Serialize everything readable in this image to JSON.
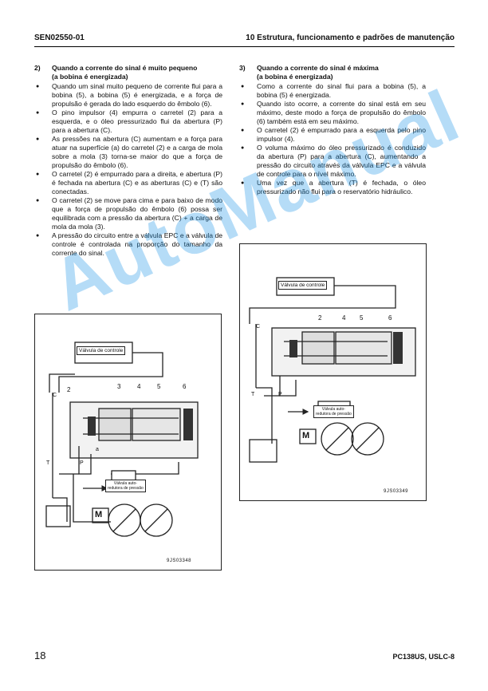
{
  "header": {
    "doc_code": "SEN02550-01",
    "section_title": "10 Estrutura, funcionamento e padrões de manutenção"
  },
  "left": {
    "num": "2)",
    "heading": "Quando a corrente do sinal é muito pequeno",
    "subheading": "(a bobina é energizada)",
    "bullets": [
      "Quando um sinal muito pequeno de corrente flui para a bobina (5), a bobina (5) é energizada, e a força de propulsão é gerada do lado esquerdo do êmbolo (6).",
      "O pino impulsor (4) empurra o carretel (2) para a esquerda, e o óleo pressurizado flui da abertura (P) para a abertura (C).",
      "As pressões na abertura (C) aumentam e a força para atuar na superfície (a) do carretel (2) e a carga de mola sobre a mola (3) torna-se maior do que a força de propulsão do êmbolo (6).",
      "O carretel (2) é empurrado para a direita, e abertura (P) é fechada na abertura (C) e as aberturas (C) e (T) são conectadas.",
      "O carretel (2) se move para cima e para baixo de modo que a força de propulsão do êmbolo (6) possa ser equilibrada com a pressão da abertura (C) + a carga de mola da mola (3).",
      "A pressão do circuito entre a válvula EPC e a válvula de controle é controlada na proporção do tamanho da corrente do sinal."
    ],
    "figure": {
      "control_valve": "Válvula de controle",
      "reducing_valve_line1": "Válvula auto-",
      "reducing_valve_line2": "redutora de pressão",
      "motor": "M",
      "callouts": [
        "2",
        "3",
        "4",
        "5",
        "6"
      ],
      "port_c": "C",
      "port_t": "T",
      "port_p": "P",
      "port_a": "a",
      "code": "9JS03348"
    }
  },
  "right": {
    "num": "3)",
    "heading": "Quando a corrente do sinal é máxima",
    "subheading": "(a bobina é energizada)",
    "bullets": [
      "Como a corrente do sinal flui para a bobina (5), a bobina (5) é energizada.",
      "Quando isto ocorre, a corrente do sinal está em seu máximo, deste modo a força de propulsão do êmbolo (6) também está em seu máximo.",
      "O carretel (2) é empurrado para a esquerda pelo pino impulsor (4).",
      "O voluma máximo do óleo pressurizado é conduzido da abertura (P) para a abertura (C), aumentando a pressão do circuito através da válvula EPC e a válvula de controle para o nível máximo.",
      "Uma vez que a abertura (T) é fechada, o óleo pressurizado não flui para o reservatório hidráulico."
    ],
    "figure": {
      "control_valve": "Válvula de controle",
      "reducing_valve_line1": "Válvula auto-",
      "reducing_valve_line2": "redutora de pressão",
      "motor": "M",
      "callouts": [
        "2",
        "4",
        "5",
        "6"
      ],
      "port_c": "C",
      "port_t": "T",
      "port_p": "P",
      "code": "9JS03349"
    }
  },
  "watermark": "AutoManual",
  "footer": {
    "page": "18",
    "model": "PC138US, USLC-8"
  }
}
